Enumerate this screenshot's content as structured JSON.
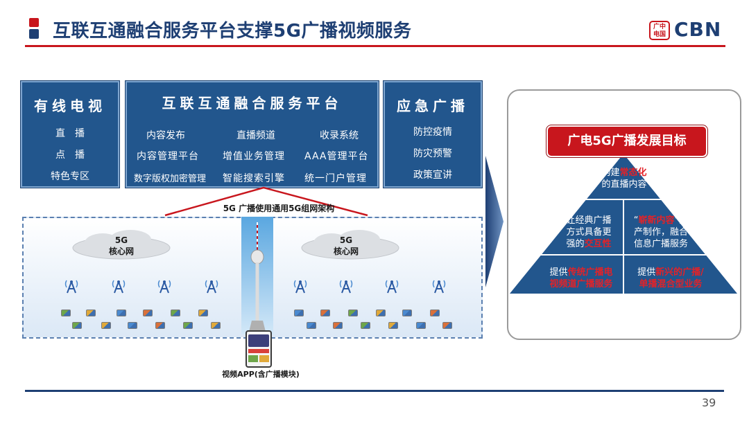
{
  "header": {
    "title": "互联互通融合服务平台支撑5G广播视频服务",
    "logo_seal": "广中\n电国",
    "logo_text": "CBN"
  },
  "cable_tv": {
    "title": "有线电视",
    "items": [
      "直　播",
      "点　播",
      "特色专区"
    ]
  },
  "platform": {
    "title": "互联互通融合服务平台",
    "items": [
      "内容发布",
      "直播频道",
      "收录系统",
      "内容管理平台",
      "增值业务管理",
      "AAA管理平台",
      "数字版权加密管理",
      "智能搜索引擎",
      "统一门户管理"
    ]
  },
  "emergency": {
    "title": "应急广播",
    "items": [
      "防控疫情",
      "防灾预警",
      "政策宣讲"
    ]
  },
  "architecture": {
    "label": "5G 广播使用通用5G组网架构",
    "core_left": "5G\n核心网",
    "core_right": "5G\n核心网",
    "app_label": "视频APP(含广播模块)"
  },
  "goals": {
    "title": "广电5G广播发展目标",
    "tier1": {
      "pre": "构建",
      "hl": "常态化",
      "post": "的直播内容"
    },
    "tier2_left": {
      "pre": "让经典广播\n方式具备更\n强的",
      "hl": "交互性"
    },
    "tier2_right": {
      "hl": "崭新内容",
      "post": "”生\n产制作，融合\n信息广播服务"
    },
    "tier3_left": {
      "pre": "提供",
      "hl": "传统广播电\n视频道广播服务"
    },
    "tier3_right": {
      "pre": "提供",
      "hl": "新兴的广播/\n单播混合型业务"
    }
  },
  "colors": {
    "brand_red": "#c8161d",
    "brand_blue": "#1e3f73",
    "box_blue": "#22568d",
    "highlight_red": "#e32228"
  },
  "page_number": "39"
}
